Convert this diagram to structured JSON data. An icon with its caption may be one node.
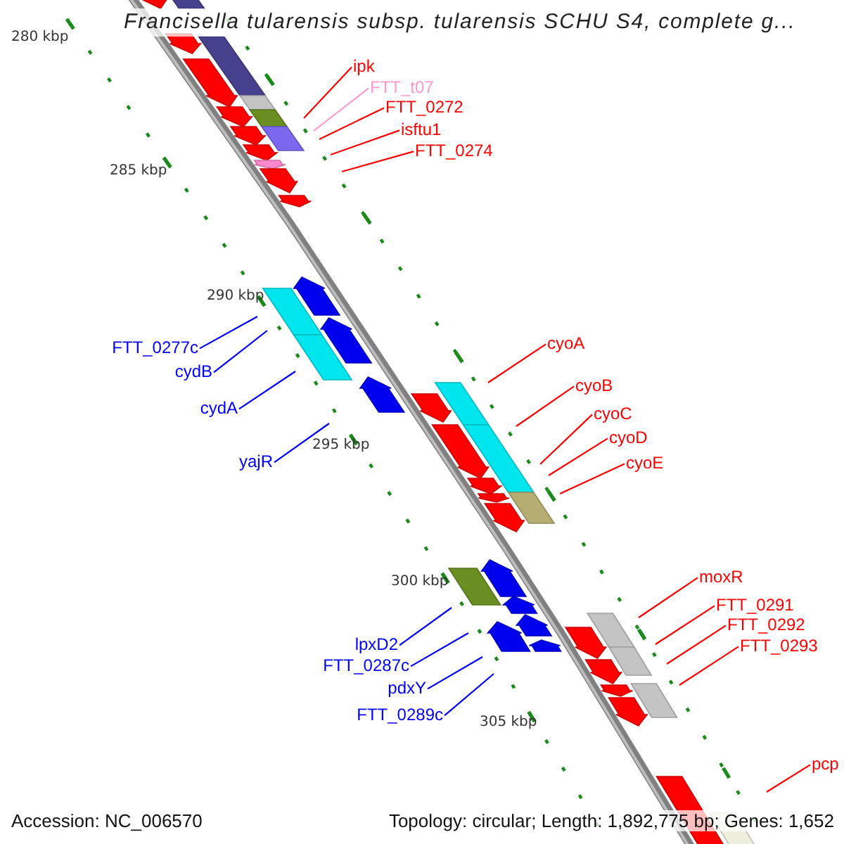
{
  "diagram": {
    "title": "Francisella tularensis subsp. tularensis SCHU S4, complete g...",
    "nodes": [
      {
        "text": [
          "ipk"
        ]
      },
      {
        "text": [
          "FTT_t07"
        ]
      },
      {
        "text": [
          "FTT_0272"
        ]
      },
      {
        "text": [
          "isftu1"
        ]
      },
      {
        "text": [
          "FTT_0274"
        ]
      },
      {
        "text": [
          "FTT_0277c"
        ]
      },
      {
        "text": [
          "cydB"
        ]
      },
      {
        "text": [
          "cydA"
        ]
      },
      {
        "text": [
          "yajR"
        ]
      },
      {
        "text": [
          "cyoA"
        ]
      },
      {
        "text": [
          "cyoB"
        ]
      },
      {
        "text": [
          "cyoC"
        ]
      },
      {
        "text": [
          "cyoD"
        ]
      },
      {
        "text": [
          "cyoE"
        ]
      },
      {
        "text": [
          "lpxD2"
        ]
      },
      {
        "text": [
          "FTT_0287c"
        ]
      },
      {
        "text": [
          "pdxY"
        ]
      },
      {
        "text": [
          "FTT_0289c"
        ]
      },
      {
        "text": [
          "moxR"
        ]
      },
      {
        "text": [
          "FTT_0291"
        ]
      },
      {
        "text": [
          "FTT_0292"
        ]
      },
      {
        "text": [
          "FTT_0293"
        ]
      },
      {
        "text": [
          "pcp"
        ]
      }
    ],
    "edges": [
      {
        "from": 0,
        "to": null,
        "arrow": "none"
      },
      {
        "from": 1,
        "to": null,
        "arrow": "none",
        "color": "#ff99cc"
      },
      {
        "from": 2,
        "to": null,
        "arrow": "none"
      },
      {
        "from": 3,
        "to": null,
        "arrow": "none"
      },
      {
        "from": 4,
        "to": null,
        "arrow": "none"
      },
      {
        "from": 5,
        "to": null,
        "arrow": "none",
        "color": "#0000ff"
      },
      {
        "from": 6,
        "to": null,
        "arrow": "none",
        "color": "#0000ff"
      },
      {
        "from": 7,
        "to": null,
        "arrow": "none",
        "color": "#0000ff"
      },
      {
        "from": 8,
        "to": null,
        "arrow": "none",
        "color": "#0000ff"
      },
      {
        "from": 9,
        "to": null,
        "arrow": "none"
      },
      {
        "from": 10,
        "to": null,
        "arrow": "none"
      },
      {
        "from": 11,
        "to": null,
        "arrow": "none"
      },
      {
        "from": 12,
        "to": null,
        "arrow": "none"
      },
      {
        "from": 13,
        "to": null,
        "arrow": "none"
      },
      {
        "from": 14,
        "to": null,
        "arrow": "none",
        "color": "#0000ff"
      },
      {
        "from": 15,
        "to": null,
        "arrow": "none",
        "color": "#0000ff"
      },
      {
        "from": 16,
        "to": null,
        "arrow": "none",
        "color": "#0000ff"
      },
      {
        "from": 17,
        "to": null,
        "arrow": "none",
        "color": "#0000ff"
      },
      {
        "from": 18,
        "to": null,
        "arrow": "none"
      },
      {
        "from": 19,
        "to": null,
        "arrow": "none"
      },
      {
        "from": 20,
        "to": null,
        "arrow": "none"
      },
      {
        "from": 21,
        "to": null,
        "arrow": "none"
      },
      {
        "from": 22,
        "to": null,
        "arrow": "none"
      }
    ],
    "labels": [
      "280 kbp",
      "285 kbp",
      "290 kbp",
      "295 kbp",
      "300 kbp",
      "305 kbp",
      "Accession: NC_006570",
      "Topology: circular; Length: 1,892,775 bp; Genes: 1,652"
    ]
  }
}
